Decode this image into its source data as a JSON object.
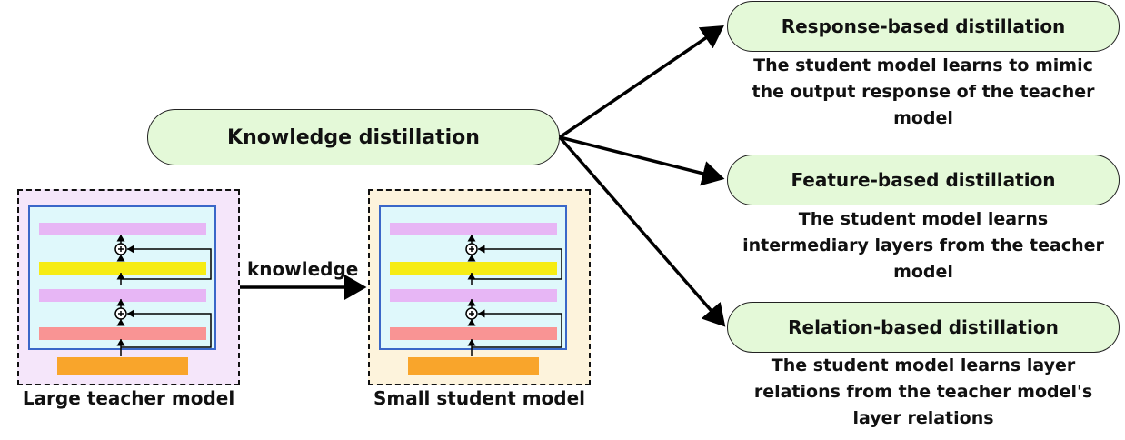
{
  "center": {
    "label": "Knowledge distillation"
  },
  "arrow_label": "knowledge",
  "teacher": {
    "caption": "Large teacher model",
    "bg": "#f5e6fa"
  },
  "student": {
    "caption": "Small student model",
    "bg": "#fdf3dc"
  },
  "colors": {
    "purple": "#e7b6f5",
    "yellow": "#f6ec14",
    "red": "#f99494",
    "orange": "#f9a52b",
    "pill": "#e4f9d8",
    "inner": "#dff8fb"
  },
  "methods": [
    {
      "title": "Response-based distillation",
      "description": [
        "The student model learns to mimic",
        "the output response of the teacher",
        "model"
      ]
    },
    {
      "title": "Feature-based distillation",
      "description": [
        "The student model learns",
        "intermediary layers from the teacher",
        "model"
      ]
    },
    {
      "title": "Relation-based distillation",
      "description": [
        "The student model learns  layer",
        "relations from the teacher model's",
        "layer relations"
      ]
    }
  ]
}
